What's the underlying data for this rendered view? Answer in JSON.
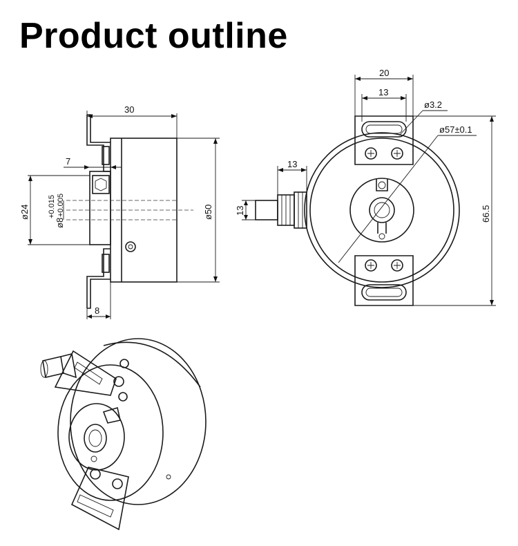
{
  "title": "Product outline",
  "side_view": {
    "dims": {
      "width_30": "30",
      "offset_7": "7",
      "bracket_8": "8",
      "shaft_dia": "ø24",
      "bore_dia": "ø8",
      "bore_tol_upper": "+0.015",
      "bore_tol_lower": "+0.005",
      "body_dia": "ø50"
    }
  },
  "front_view": {
    "dims": {
      "bracket_20": "20",
      "slot_13": "13",
      "hole_dia": "ø3.2",
      "body_dia": "ø57±0.1",
      "connector_13h": "13",
      "connector_13v": "13",
      "height_66_5": "66.5"
    }
  }
}
